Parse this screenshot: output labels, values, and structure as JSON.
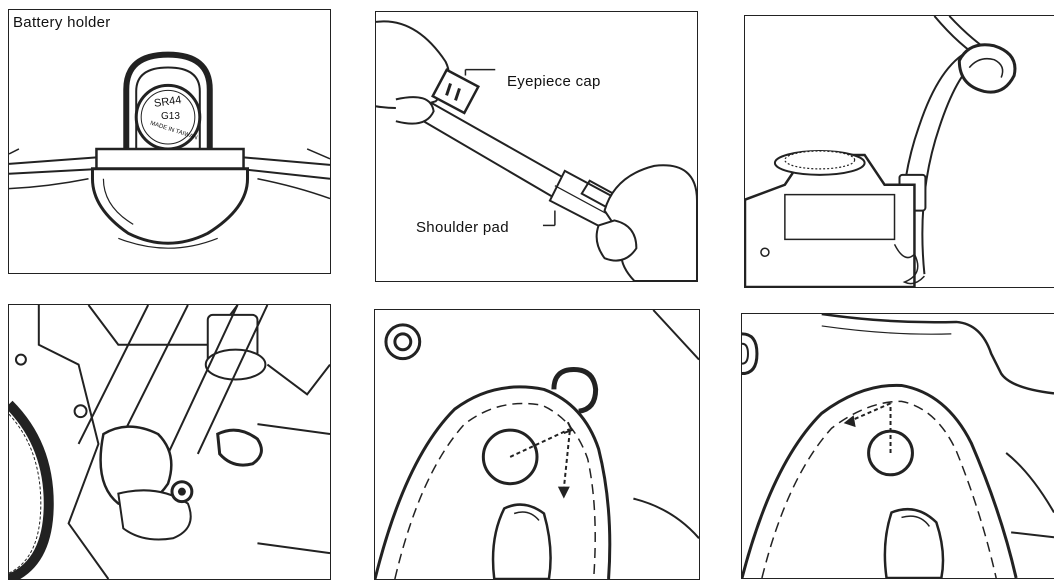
{
  "panels": {
    "battery": {
      "label": "Battery holder",
      "battery_top": "SR44",
      "battery_mid": "G13",
      "battery_small": "MADE IN TAIWAN"
    },
    "strap": {
      "eyepiece_label": "Eyepiece cap",
      "shoulder_label": "Shoulder pad"
    },
    "camera_strap": {},
    "lug": {},
    "flap_down": {},
    "flap_up": {}
  }
}
